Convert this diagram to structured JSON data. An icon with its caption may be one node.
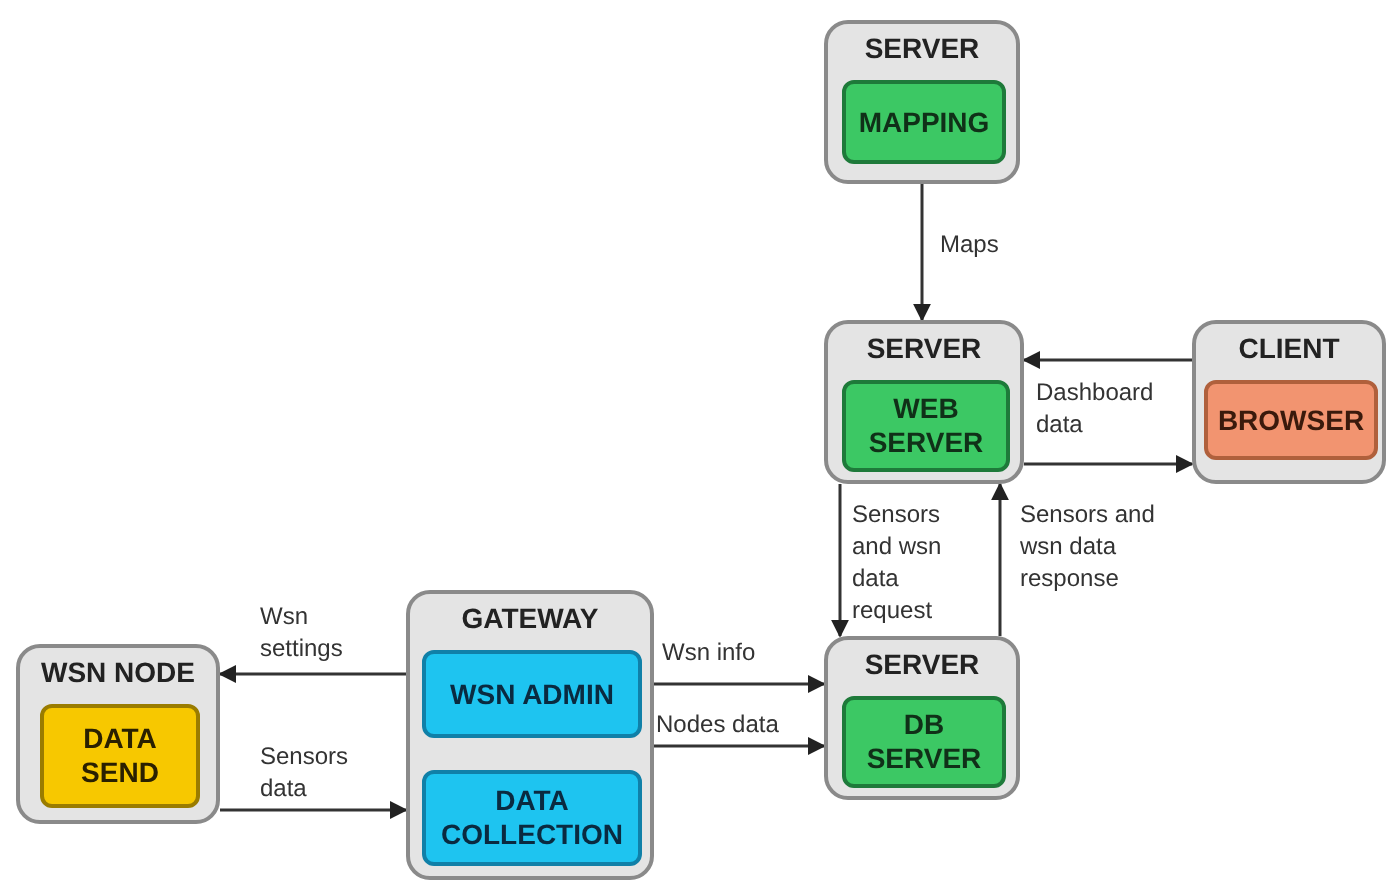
{
  "diagram": {
    "nodes": [
      {
        "text": [
          "SERVER"
        ]
      },
      {
        "text": [
          "MAPPING"
        ],
        "in": 0
      },
      {
        "text": [
          "SERVER"
        ]
      },
      {
        "text": [
          "WEB SERVER"
        ],
        "in": 2
      },
      {
        "text": [
          "CLIENT"
        ]
      },
      {
        "text": [
          "BROWSER"
        ],
        "in": 4
      },
      {
        "text": [
          "WSN NODE"
        ]
      },
      {
        "text": [
          "DATA SEND"
        ],
        "in": 6
      },
      {
        "text": [
          "GATEWAY"
        ]
      },
      {
        "text": [
          "WSN ADMIN"
        ],
        "in": 8
      },
      {
        "text": [
          "DATA COLLECTION"
        ],
        "in": 8
      },
      {
        "text": [
          "SERVER"
        ]
      },
      {
        "text": [
          "DB SERVER"
        ],
        "in": 11
      }
    ],
    "edges": [
      {
        "from": 0,
        "to": 2,
        "arrow": "to",
        "label": "Maps"
      },
      {
        "from": 4,
        "to": 2,
        "arrow": "to",
        "label": "Dashboard data"
      },
      {
        "from": 2,
        "to": 4,
        "arrow": "to"
      },
      {
        "from": 2,
        "to": 11,
        "arrow": "to",
        "label": "Sensors and wsn data request"
      },
      {
        "from": 11,
        "to": 2,
        "arrow": "to",
        "label": "Sensors and wsn data response"
      },
      {
        "from": 8,
        "to": 6,
        "arrow": "to",
        "label": "Wsn settings"
      },
      {
        "from": 6,
        "to": 8,
        "arrow": "to",
        "label": "Sensors data"
      },
      {
        "from": 8,
        "to": 11,
        "arrow": "to",
        "label": "Wsn info"
      },
      {
        "from": 8,
        "to": 11,
        "arrow": "to",
        "label": "Nodes data"
      }
    ]
  }
}
